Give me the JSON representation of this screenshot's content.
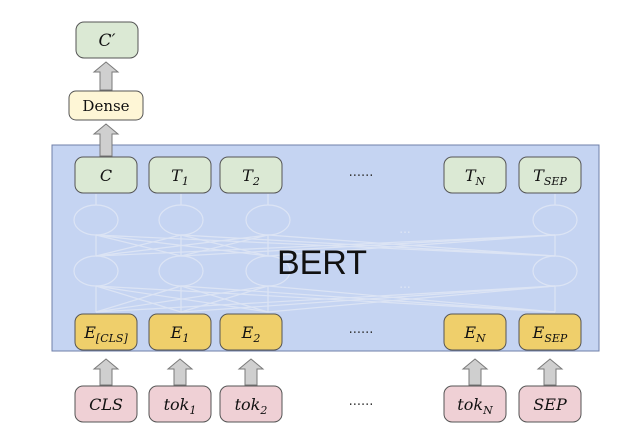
{
  "colors": {
    "green_fill": "#dbe9d4",
    "yellow_fill": "#efcf6b",
    "pink_fill": "#efd0d5",
    "cream_fill": "#fef6d6",
    "bert_fill": "#c5d4f2",
    "bert_stroke": "#6f7fa8",
    "box_stroke": "#555555",
    "arrow_fill": "#cfcfcf",
    "arrow_stroke": "#7a7a7a"
  },
  "top_output": {
    "label": "C",
    "prime": "′"
  },
  "dense": {
    "label": "Dense"
  },
  "bert": {
    "label": "BERT"
  },
  "output_row": [
    {
      "base": "C",
      "sub": ""
    },
    {
      "base": "T",
      "sub": "1"
    },
    {
      "base": "T",
      "sub": "2"
    },
    {
      "base": "T",
      "sub": "N"
    },
    {
      "base": "T",
      "sub": "SEP"
    }
  ],
  "embedding_row": [
    {
      "base": "E",
      "sub": "[CLS]"
    },
    {
      "base": "E",
      "sub": "1"
    },
    {
      "base": "E",
      "sub": "2"
    },
    {
      "base": "E",
      "sub": "N"
    },
    {
      "base": "E",
      "sub": "SEP"
    }
  ],
  "token_row": [
    {
      "base": "CLS",
      "sub": ""
    },
    {
      "base": "tok",
      "sub": "1"
    },
    {
      "base": "tok",
      "sub": "2"
    },
    {
      "base": "tok",
      "sub": "N"
    },
    {
      "base": "SEP",
      "sub": ""
    }
  ],
  "ellipsis": "......",
  "ellipsis_faint": "..."
}
